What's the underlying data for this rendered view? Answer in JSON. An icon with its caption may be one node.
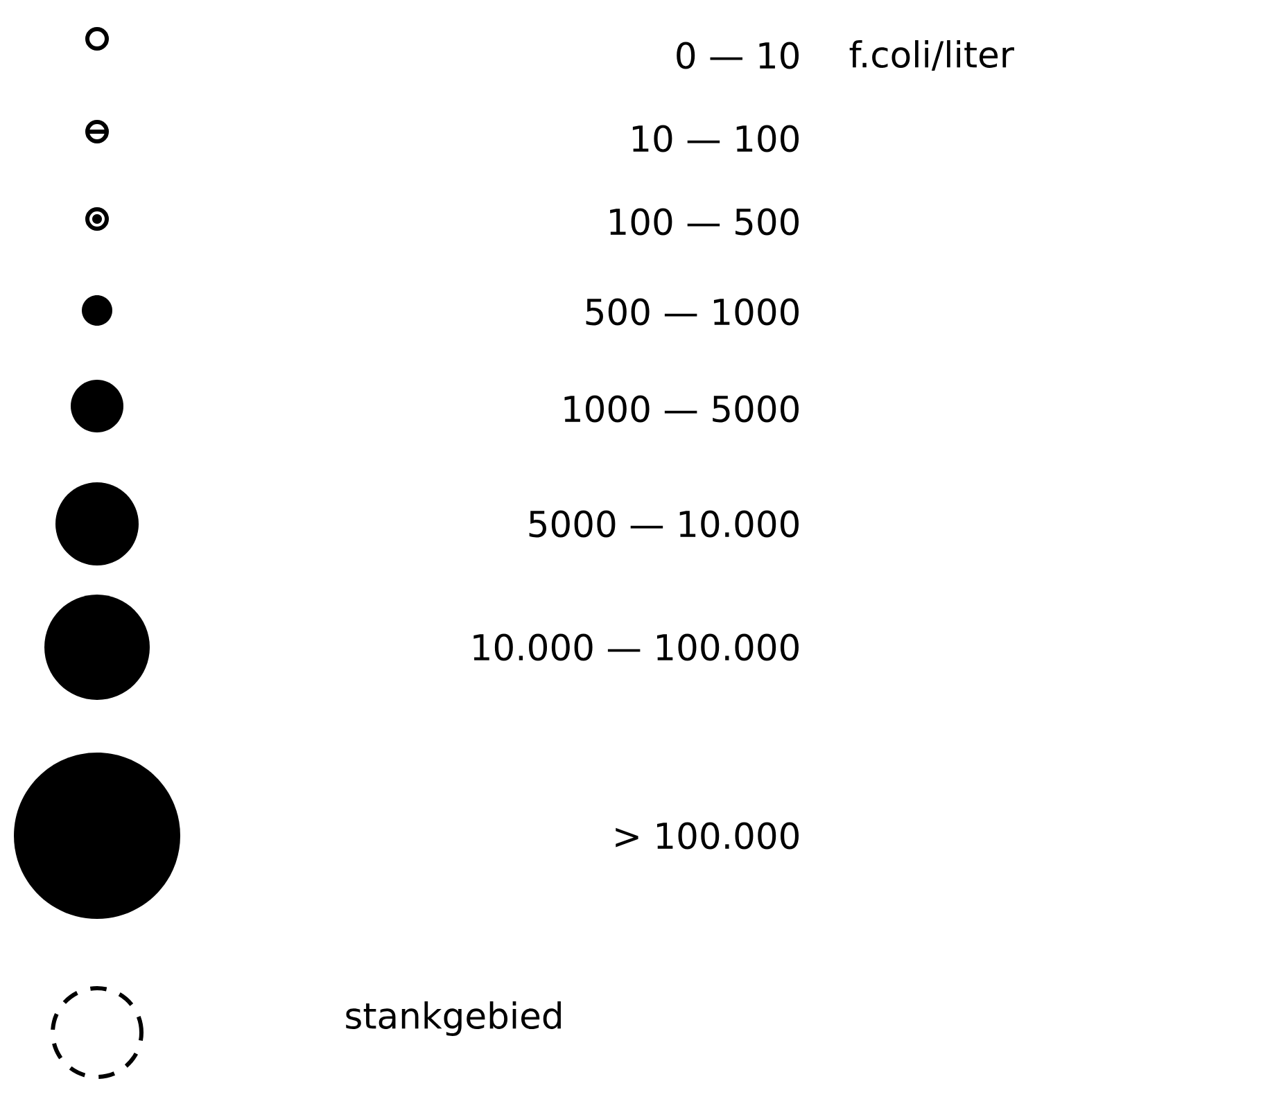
{
  "diagram": {
    "labels": [
      "f.coli/liter"
    ],
    "legend": [
      {
        "text": "0 — 10"
      },
      {
        "text": "10 — 100"
      },
      {
        "text": "100 — 500"
      },
      {
        "text": "500 — 1000"
      },
      {
        "text": "1000 — 5000"
      },
      {
        "text": "5000 — 10.000"
      },
      {
        "text": "10.000 — 100.000"
      },
      {
        "text": "> 100.000"
      },
      {
        "text": "stankgebied"
      }
    ]
  }
}
